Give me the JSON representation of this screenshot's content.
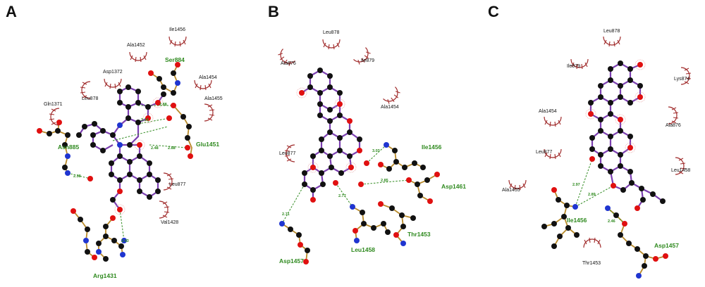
{
  "panels": [
    {
      "label": "A",
      "hydrophobic": [
        "Ile1456",
        "Ala1452",
        "Asp1372",
        "Ala1454",
        "Gln1371",
        "Leu878",
        "Ala1455",
        "Leu877",
        "Val1428"
      ],
      "hbond_residues": [
        "Ser884",
        "Asn885",
        "Glu1451",
        "Arg1431"
      ],
      "distances": [
        "2.38",
        "2.14",
        "2.48",
        "2.88",
        "2.88",
        "2.43"
      ]
    },
    {
      "label": "B",
      "hydrophobic": [
        "Leu878",
        "Ala876",
        "Ile879",
        "Ala1454",
        "Leu877"
      ],
      "hbond_residues": [
        "Ile1456",
        "Asp1461",
        "Thr1453",
        "Leu1458",
        "Asp1457"
      ],
      "distances": [
        "3.03",
        "2.85",
        "2.77",
        "2.71"
      ]
    },
    {
      "label": "C",
      "hydrophobic": [
        "Leu878",
        "Ile879",
        "Lys874",
        "Ala1454",
        "Ala876",
        "Leu877",
        "Leu1458",
        "Ala1455",
        "Thr1453"
      ],
      "hbond_residues": [
        "Ile1456",
        "Asp1457"
      ],
      "distances": [
        "2.97",
        "2.89",
        "2.46"
      ]
    }
  ],
  "colors": {
    "ligand_bond": "#7b3fb0",
    "residue_bond": "#b88a2a",
    "hbond": "#2f8a1f",
    "hydrophobic": "#a02a2a",
    "carbon": "#111111",
    "oxygen": "#e01010",
    "nitrogen": "#1f35d0"
  }
}
